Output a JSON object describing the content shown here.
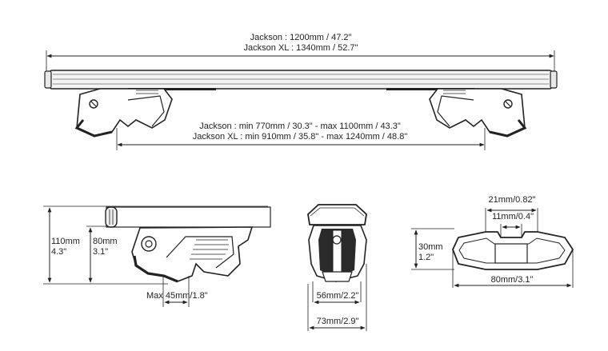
{
  "top_view": {
    "length_line1": "Jackson : 1200mm / 47.2\"",
    "length_line2": "Jackson XL : 1340mm / 52.7\"",
    "span_line1": "Jackson : min 770mm / 30.3\"  -  max 1100mm / 43.3\"",
    "span_line2": "Jackson XL : min 910mm / 35.8\"  -  max 1240mm / 48.8\""
  },
  "side_view": {
    "total_height_mm": "110mm",
    "total_height_in": "4.3\"",
    "foot_height_mm": "80mm",
    "foot_height_in": "3.1\"",
    "clamp_depth": "Max 45mm/1.8\""
  },
  "front_view": {
    "inner_width": "56mm/2.2\"",
    "outer_width": "73mm/2.9\""
  },
  "profile_view": {
    "top_width": "21mm/0.82\"",
    "slot_width": "11mm/0.4\"",
    "height_mm": "30mm",
    "height_in": "1.2\"",
    "width": "80mm/3.1\""
  },
  "colors": {
    "line": "#222222",
    "bar_fill": "#f4f4f4",
    "foot_fill": "#ffffff"
  }
}
